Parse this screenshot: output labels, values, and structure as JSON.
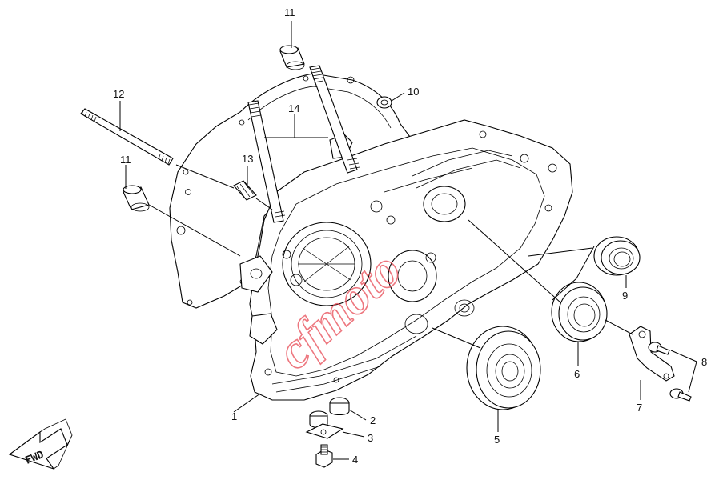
{
  "diagram": {
    "callouts": [
      {
        "id": "c1",
        "label": "1"
      },
      {
        "id": "c2",
        "label": "2"
      },
      {
        "id": "c3",
        "label": "3"
      },
      {
        "id": "c4",
        "label": "4"
      },
      {
        "id": "c5",
        "label": "5"
      },
      {
        "id": "c6",
        "label": "6"
      },
      {
        "id": "c7",
        "label": "7"
      },
      {
        "id": "c8",
        "label": "8"
      },
      {
        "id": "c9",
        "label": "9"
      },
      {
        "id": "c10",
        "label": "10"
      },
      {
        "id": "c11a",
        "label": "11"
      },
      {
        "id": "c11b",
        "label": "11"
      },
      {
        "id": "c12",
        "label": "12"
      },
      {
        "id": "c13",
        "label": "13"
      },
      {
        "id": "c14",
        "label": "14"
      }
    ],
    "direction_arrow": {
      "label": "FWD"
    },
    "watermark": {
      "text": "cfmoto"
    }
  }
}
